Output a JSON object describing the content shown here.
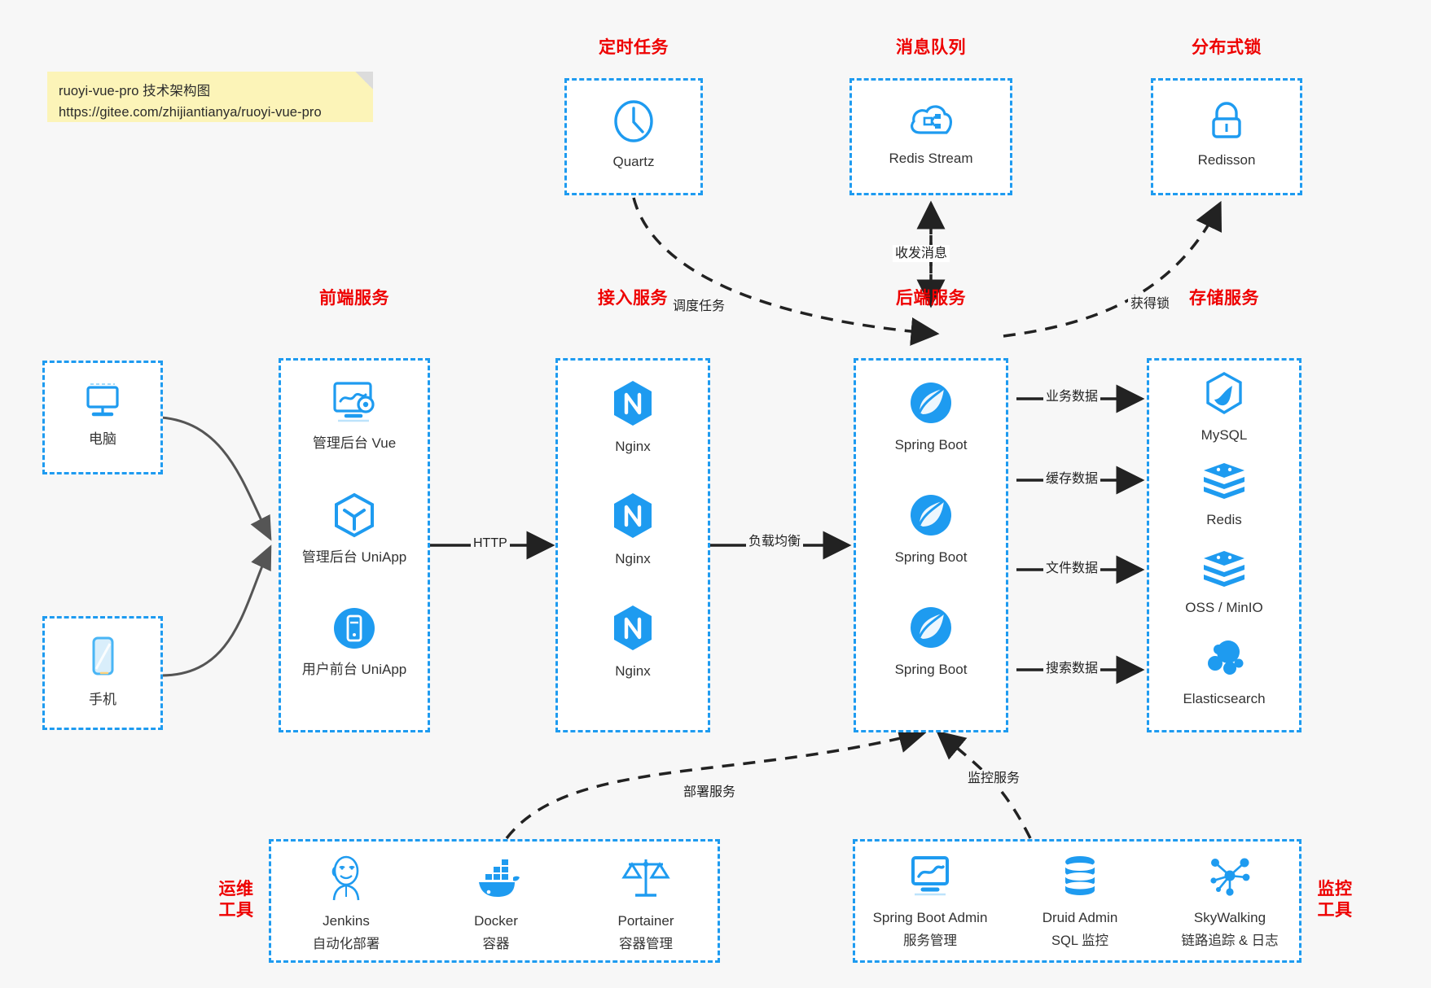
{
  "note": {
    "line1": "ruoyi-vue-pro 技术架构图",
    "line2": "https://gitee.com/zhijiantianya/ruoyi-vue-pro"
  },
  "colors": {
    "accent_blue": "#1e9bf0",
    "group_label_red": "#ee0000",
    "edge_gray": "#555555",
    "background": "#f7f7f7",
    "note_yellow": "#fcf4b8"
  },
  "groups": {
    "scheduled_task": {
      "label": "定时任务",
      "nodes": [
        {
          "name": "Quartz",
          "icon": "clock-icon"
        }
      ]
    },
    "message_queue": {
      "label": "消息队列",
      "nodes": [
        {
          "name": "Redis Stream",
          "icon": "cloud-stream-icon"
        }
      ]
    },
    "distributed_lock": {
      "label": "分布式锁",
      "nodes": [
        {
          "name": "Redisson",
          "icon": "lock-icon"
        }
      ]
    },
    "client_pc": {
      "label": "",
      "nodes": [
        {
          "name": "电脑",
          "icon": "desktop-icon"
        }
      ]
    },
    "client_mobile": {
      "label": "",
      "nodes": [
        {
          "name": "手机",
          "icon": "phone-icon"
        }
      ]
    },
    "frontend": {
      "label": "前端服务",
      "nodes": [
        {
          "name": "管理后台 Vue",
          "icon": "dashboard-gear-icon"
        },
        {
          "name": "管理后台 UniApp",
          "icon": "cube-icon"
        },
        {
          "name": "用户前台 UniApp",
          "icon": "mobile-circle-icon"
        }
      ]
    },
    "gateway": {
      "label": "接入服务",
      "nodes": [
        {
          "name": "Nginx",
          "icon": "nginx-icon"
        },
        {
          "name": "Nginx",
          "icon": "nginx-icon"
        },
        {
          "name": "Nginx",
          "icon": "nginx-icon"
        }
      ]
    },
    "backend": {
      "label": "后端服务",
      "nodes": [
        {
          "name": "Spring Boot",
          "icon": "spring-leaf-icon"
        },
        {
          "name": "Spring Boot",
          "icon": "spring-leaf-icon"
        },
        {
          "name": "Spring Boot",
          "icon": "spring-leaf-icon"
        }
      ]
    },
    "storage": {
      "label": "存储服务",
      "nodes": [
        {
          "name": "MySQL",
          "icon": "mysql-dolphin-icon"
        },
        {
          "name": "Redis",
          "icon": "redis-stack-icon"
        },
        {
          "name": "OSS / MinIO",
          "icon": "oss-stack-icon"
        },
        {
          "name": "Elasticsearch",
          "icon": "elasticsearch-icon"
        }
      ]
    },
    "ops_tools": {
      "label_line1": "运维",
      "label_line2": "工具",
      "nodes": [
        {
          "name": "Jenkins",
          "sub": "自动化部署",
          "icon": "jenkins-butler-icon"
        },
        {
          "name": "Docker",
          "sub": "容器",
          "icon": "docker-whale-icon"
        },
        {
          "name": "Portainer",
          "sub": "容器管理",
          "icon": "scales-icon"
        }
      ]
    },
    "monitor_tools": {
      "label_line1": "监控",
      "label_line2": "工具",
      "nodes": [
        {
          "name": "Spring Boot Admin",
          "sub": "服务管理",
          "icon": "monitor-chart-icon"
        },
        {
          "name": "Druid Admin",
          "sub": "SQL 监控",
          "icon": "database-icon"
        },
        {
          "name": "SkyWalking",
          "sub": "链路追踪 & 日志",
          "icon": "network-nodes-icon"
        }
      ]
    }
  },
  "edges": {
    "http": "HTTP",
    "load_balance": "负载均衡",
    "schedule_task": "调度任务",
    "send_recv_message": "收发消息",
    "acquire_lock": "获得锁",
    "business_data": "业务数据",
    "cache_data": "缓存数据",
    "file_data": "文件数据",
    "search_data": "搜索数据",
    "deploy_service": "部署服务",
    "monitor_service": "监控服务"
  }
}
